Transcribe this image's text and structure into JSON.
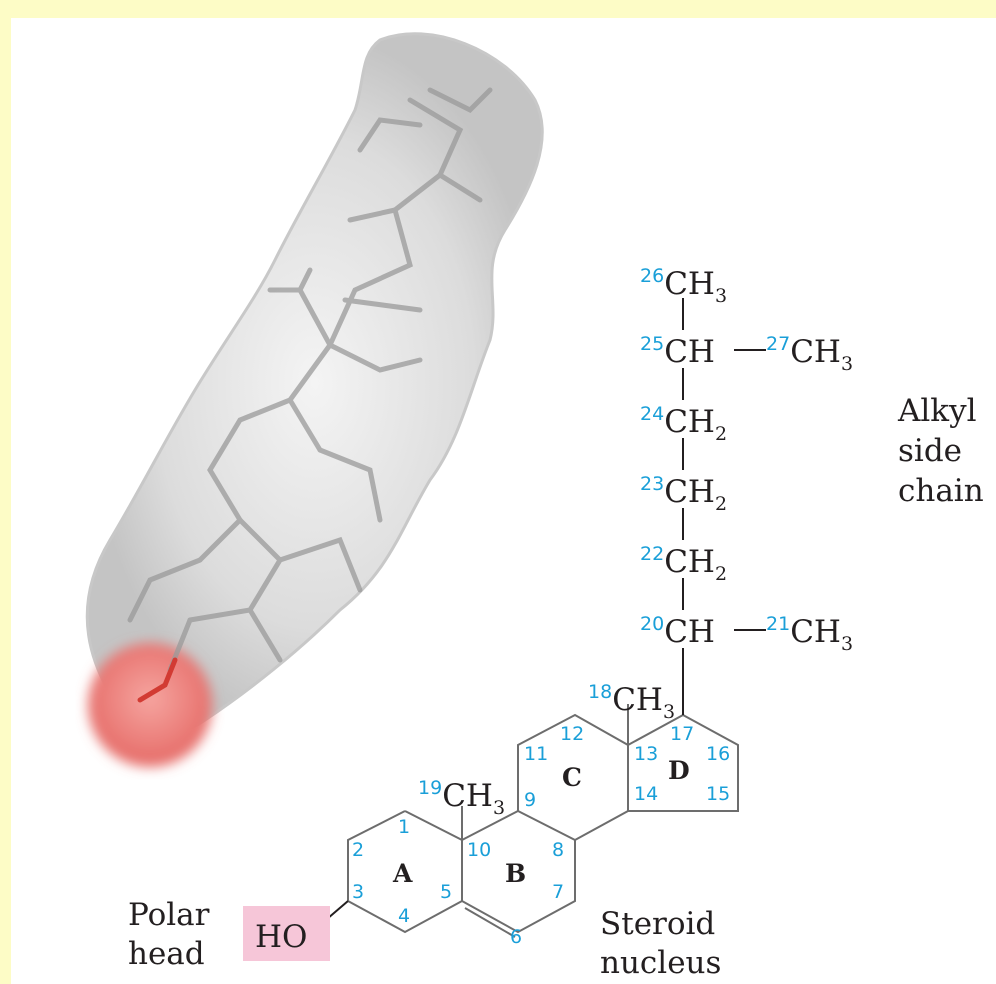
{
  "labels": {
    "polar_head": [
      "Polar",
      "head"
    ],
    "steroid_nucleus": [
      "Steroid",
      "nucleus"
    ],
    "alkyl_side_chain": [
      "Alkyl",
      "side",
      "chain"
    ]
  },
  "hydroxyl": "HO",
  "side_chain_groups": [
    {
      "num": "26",
      "base": "CH",
      "sub": "3"
    },
    {
      "num": "25",
      "base": "CH",
      "sub": ""
    },
    {
      "num": "27",
      "base": "CH",
      "sub": "3"
    },
    {
      "num": "24",
      "base": "CH",
      "sub": "2"
    },
    {
      "num": "23",
      "base": "CH",
      "sub": "2"
    },
    {
      "num": "22",
      "base": "CH",
      "sub": "2"
    },
    {
      "num": "20",
      "base": "CH",
      "sub": ""
    },
    {
      "num": "21",
      "base": "CH",
      "sub": "3"
    },
    {
      "num": "18",
      "base": "CH",
      "sub": "3"
    },
    {
      "num": "19",
      "base": "CH",
      "sub": "3"
    }
  ],
  "ring_labels": [
    "A",
    "B",
    "C",
    "D"
  ],
  "ring_atom_numbers": [
    "1",
    "2",
    "3",
    "4",
    "5",
    "6",
    "7",
    "8",
    "9",
    "10",
    "11",
    "12",
    "13",
    "14",
    "15",
    "16",
    "17"
  ],
  "colors": {
    "background": "#fdfcc6",
    "number_blue": "#1a9fd8",
    "bond": "#231f20",
    "ring_bond": "#6d6d6d",
    "hydroxyl_highlight": "#f6c6d8",
    "oxygen_red": "#e8706c"
  }
}
